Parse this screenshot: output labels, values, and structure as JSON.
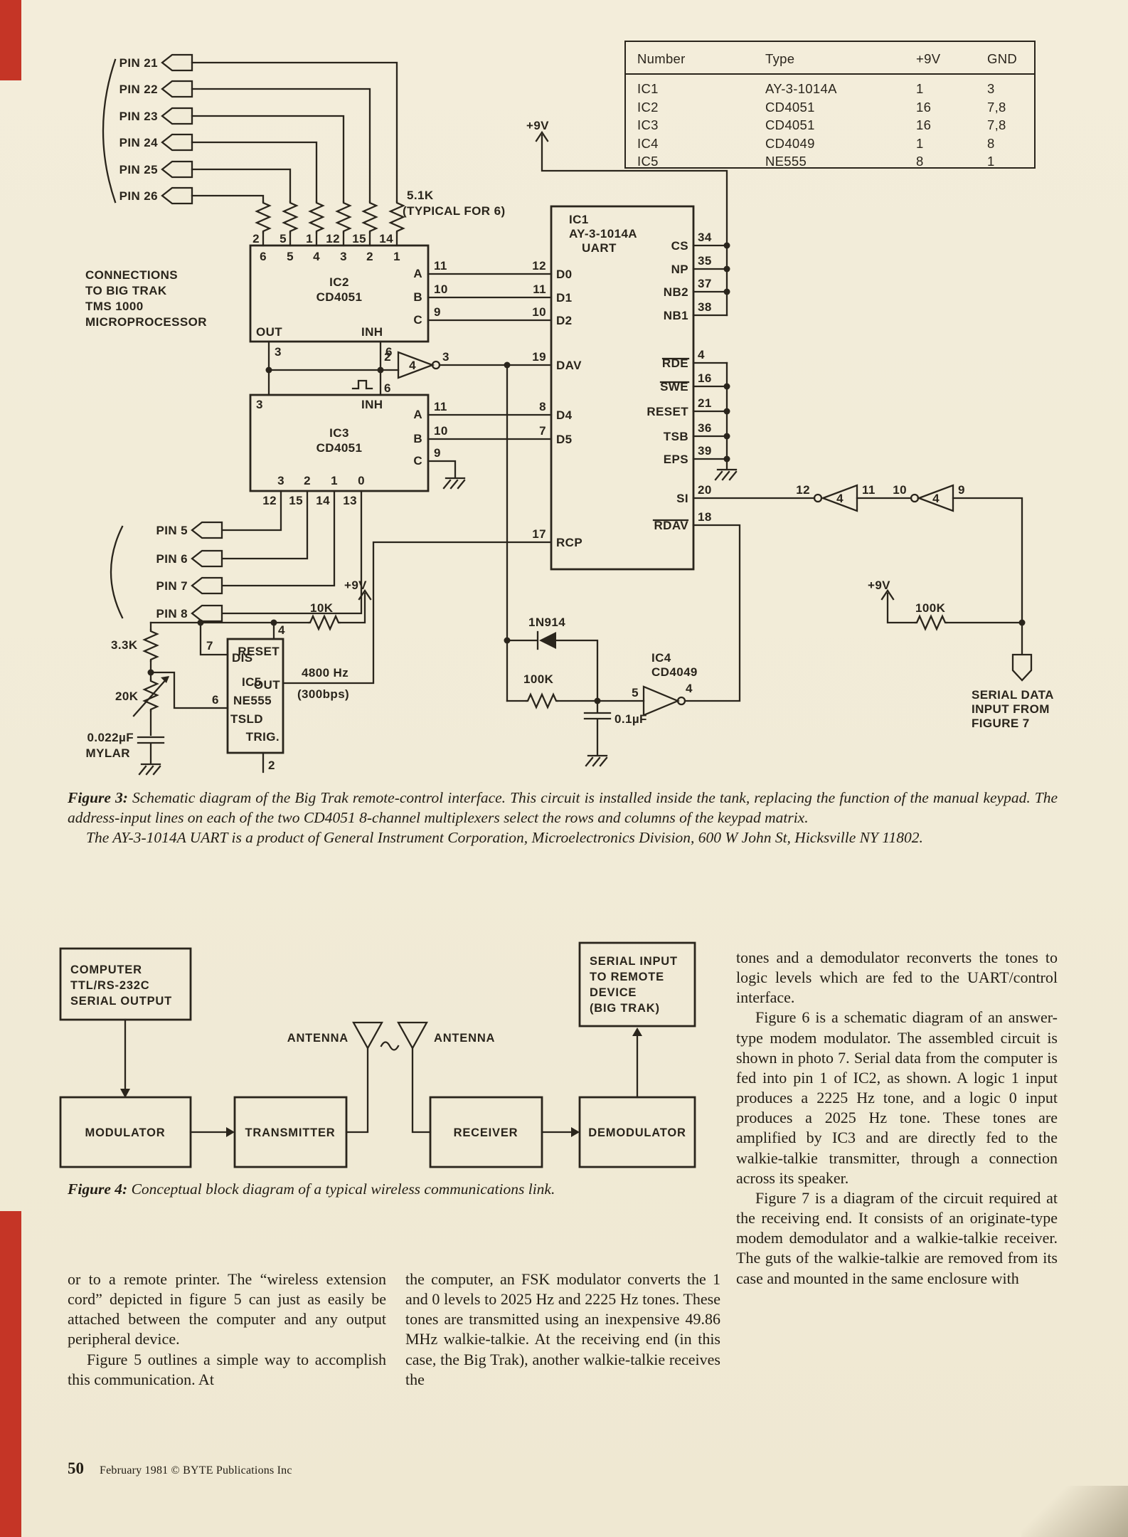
{
  "page": {
    "footer_page_number": "50",
    "footer_text": "February 1981 © BYTE Publications Inc"
  },
  "ic_table": {
    "headers": [
      "Number",
      "Type",
      "+9V",
      "GND"
    ],
    "rows": [
      [
        "IC1",
        "AY-3-1014A",
        "1",
        "3"
      ],
      [
        "IC2",
        "CD4051",
        "16",
        "7,8"
      ],
      [
        "IC3",
        "CD4051",
        "16",
        "7,8"
      ],
      [
        "IC4",
        "CD4049",
        "1",
        "8"
      ],
      [
        "IC5",
        "NE555",
        "8",
        "1"
      ]
    ]
  },
  "fig3": {
    "pins_top": [
      "PIN 21",
      "PIN 22",
      "PIN 23",
      "PIN 24",
      "PIN 25",
      "PIN 26"
    ],
    "pins_bottom": [
      "PIN 5",
      "PIN 6",
      "PIN 7",
      "PIN 8"
    ],
    "connections_note": [
      "CONNECTIONS",
      "TO BIG TRAK",
      "TMS 1000",
      "MICROPROCESSOR"
    ],
    "pullup_value": "5.1K",
    "pullup_note": "(TYPICAL FOR 6)",
    "plus9v": "+9V",
    "ic2": {
      "ref": "IC2",
      "part": "CD4051",
      "pins_top_outer": [
        "2",
        "5",
        "1",
        "12",
        "15",
        "14"
      ],
      "pins_top_inner": [
        "6",
        "5",
        "4",
        "3",
        "2",
        "1"
      ],
      "abc": [
        "A",
        "B",
        "C"
      ],
      "abc_pins": [
        "11",
        "10",
        "9"
      ],
      "out_label": "OUT",
      "out_pin": "3",
      "inh_label": "INH",
      "inh_pin": "6"
    },
    "ic3": {
      "ref": "IC3",
      "part": "CD4051",
      "in_pin": "3",
      "inh_label": "INH",
      "inh_pin": "6",
      "abc": [
        "A",
        "B",
        "C"
      ],
      "abc_pins": [
        "11",
        "10",
        "9"
      ],
      "pins_bottom_outer": [
        "12",
        "15",
        "14",
        "13"
      ],
      "pins_bottom_inner": [
        "3",
        "2",
        "1",
        "0"
      ]
    },
    "ic1": {
      "ref": "IC1",
      "part": "AY-3-1014A",
      "sub": "UART",
      "d0": "D0",
      "d0_pin": "12",
      "d1": "D1",
      "d1_pin": "11",
      "d2": "D2",
      "d2_pin": "10",
      "dav": "DAV",
      "dav_pin": "19",
      "d4": "D4",
      "d4_pin": "8",
      "d5": "D5",
      "d5_pin": "7",
      "rcp": "RCP",
      "rcp_pin": "17",
      "cs": "CS",
      "cs_pin": "34",
      "np": "NP",
      "np_pin": "35",
      "nb2": "NB2",
      "nb2_pin": "37",
      "nb1": "NB1",
      "nb1_pin": "38",
      "rde": "RDE",
      "rde_pin": "4",
      "swe": "SWE",
      "swe_pin": "16",
      "reset": "RESET",
      "reset_pin": "21",
      "tsb": "TSB",
      "tsb_pin": "36",
      "eps": "EPS",
      "eps_pin": "39",
      "si": "SI",
      "si_pin": "20",
      "rdav": "RDAV",
      "rdav_pin": "18"
    },
    "inv_dav": {
      "in_pin": "2",
      "gate": "4",
      "out_pin": "3"
    },
    "inv_si_a": {
      "in_pin": "12",
      "gate": "4",
      "out_pin": "11"
    },
    "inv_si_b": {
      "in_pin": "10",
      "gate": "4",
      "out_pin": "9"
    },
    "ic4": {
      "ref": "IC4",
      "part": "CD4049",
      "in_pin": "5",
      "out_pin": "4"
    },
    "ic5": {
      "ref": "IC5",
      "part": "NE555",
      "dis": "DIS",
      "dis_pin": "7",
      "reset": "RESET",
      "reset_pin": "4",
      "out": "OUT",
      "tsld": "TSLD",
      "tsld_pin": "6",
      "trig": "TRIG.",
      "trig_pin": "2"
    },
    "r_10k": "10K",
    "r_3k3": "3.3K",
    "r_20k": "20K",
    "cap_mylar_value": "0.022µF",
    "cap_mylar_type": "MYLAR",
    "freq": "4800 Hz",
    "baud": "(300bps)",
    "diode": "1N914",
    "r_100k_in": "100K",
    "cap_01": "0.1µF",
    "r_100k_ser": "100K",
    "serial_note": [
      "SERIAL DATA",
      "INPUT FROM",
      "FIGURE 7"
    ]
  },
  "fig4": {
    "computer": [
      "COMPUTER",
      "TTL/RS-232C",
      "SERIAL OUTPUT"
    ],
    "serial_input": [
      "SERIAL INPUT",
      "TO REMOTE",
      "DEVICE",
      "(BIG TRAK)"
    ],
    "modulator": "MODULATOR",
    "transmitter": "TRANSMITTER",
    "receiver": "RECEIVER",
    "demodulator": "DEMODULATOR",
    "antenna_left": "ANTENNA",
    "antenna_right": "ANTENNA"
  },
  "captions": {
    "fig3_label": "Figure 3:",
    "fig3_text": "Schematic diagram of the Big Trak remote-control interface. This circuit is installed inside the tank, replacing the function of the manual keypad. The address-input lines on each of the two CD4051 8-channel multiplexers select the rows and columns of the keypad matrix.",
    "fig3_text2": "The AY-3-1014A UART is a product of General Instrument Corporation, Microelectronics Division, 600 W John St, Hicksville NY 11802.",
    "fig4_label": "Figure 4:",
    "fig4_text": "Conceptual block diagram of a typical wireless communications link."
  },
  "body": {
    "right_col": [
      "tones and a demodulator reconverts the tones to logic levels which are fed to the UART/control interface.",
      "Figure 6 is a schematic diagram of an answer-type modem modulator. The assembled circuit is shown in photo 7. Serial data from the computer is fed into pin 1 of IC2, as shown. A logic 1 input produces a 2225 Hz tone, and a logic 0 input produces a 2025 Hz tone. These tones are amplified by IC3 and are directly fed to the walkie-talkie transmitter, through a connection across its speaker.",
      "Figure 7 is a diagram of the circuit required at the receiving end. It consists of an originate-type modem demodulator and a walkie-talkie receiver. The guts of the walkie-talkie are removed from its case and mounted in the same enclosure with"
    ],
    "left_col": [
      "or to a remote printer. The “wireless extension cord” depicted in figure 5 can just as easily be attached between the computer and any output peripheral device.",
      "Figure 5 outlines a simple way to accomplish this communication. At"
    ],
    "mid_col": [
      "the computer, an FSK modulator converts the 1 and 0 levels to 2025 Hz and 2225 Hz tones. These tones are transmitted using an inexpensive 49.86 MHz walkie-talkie. At the receiving end (in this case, the Big Trak), another walkie-talkie receives the"
    ]
  }
}
